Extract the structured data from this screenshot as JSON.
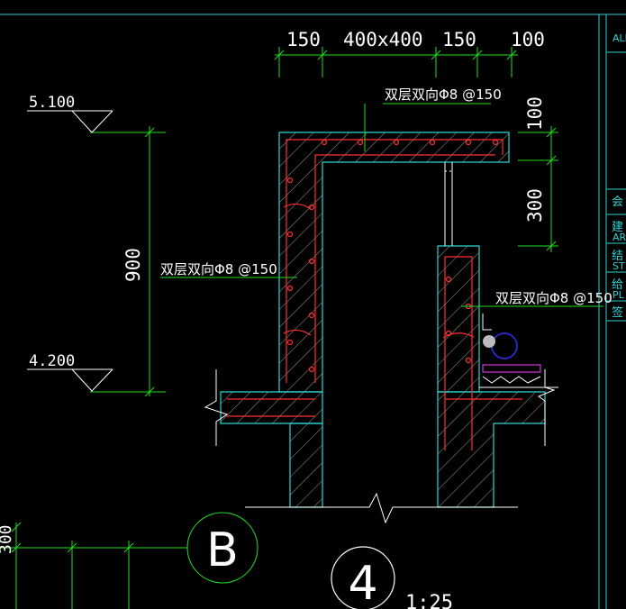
{
  "colors": {
    "background": "#000000",
    "dimension": "#22dd22",
    "concrete": "#2fd3d3",
    "rebar": "#ff3030",
    "hatch": "#9a9a9a",
    "text": "#ffffff",
    "title_block": "#2fd3d3",
    "drain": "#3030ff",
    "insulation": "#ff40ff"
  },
  "dimensions": {
    "top": [
      "150",
      "400x400",
      "150",
      "100"
    ],
    "right": [
      "100",
      "300"
    ],
    "left": "900"
  },
  "levels": {
    "upper": "5.100",
    "lower": "4.200"
  },
  "rebar_notes": {
    "top": "双层双向Φ8 @150",
    "left": "双层双向Φ8 @150",
    "right": "双层双向Φ8 @150"
  },
  "grid": {
    "axis_label": "B",
    "edge_dim": "300"
  },
  "detail": {
    "number": "4",
    "scale": "1:25"
  },
  "title_block": {
    "items": [
      "ALL",
      "会",
      "建",
      "AR",
      "结",
      "ST",
      "给",
      "PL",
      "签"
    ]
  }
}
